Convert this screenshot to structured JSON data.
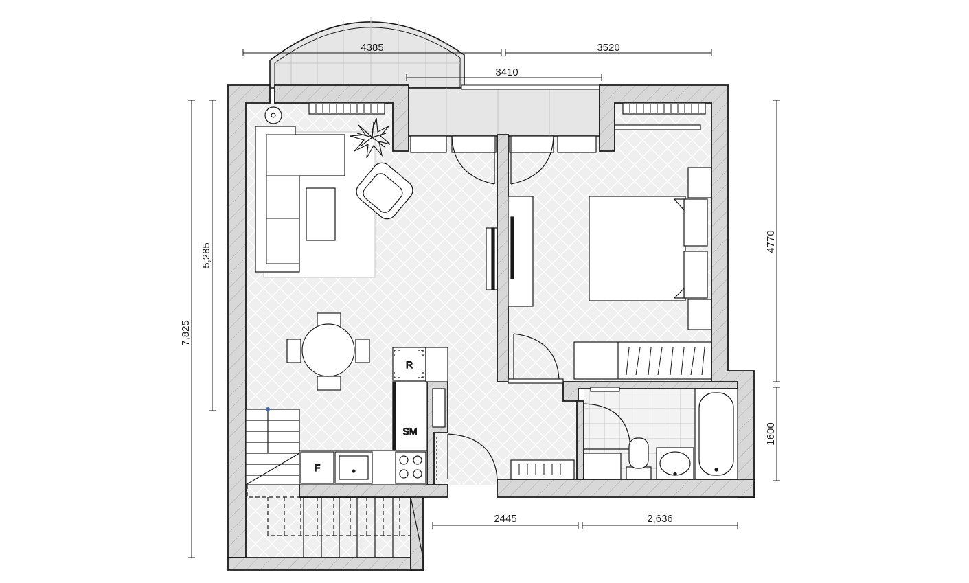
{
  "colors": {
    "wall_fill": "#d8d8d8",
    "wall_stroke": "#1a1a1a",
    "floor": "#eeeeee",
    "balcony": "#e6e6e6",
    "line": "#1a1a1a",
    "furniture": "#ffffff"
  },
  "dimensions": {
    "top_left": "4385",
    "top_right": "3520",
    "top_middle": "3410",
    "left_outer": "7,825",
    "left_inner": "5,285",
    "right_upper": "4770",
    "right_lower": "1600",
    "bottom_left": "2445",
    "bottom_right": "2,636"
  },
  "appliances": {
    "refrigerator": "R",
    "washing_machine": "SM",
    "freezer": "F"
  }
}
